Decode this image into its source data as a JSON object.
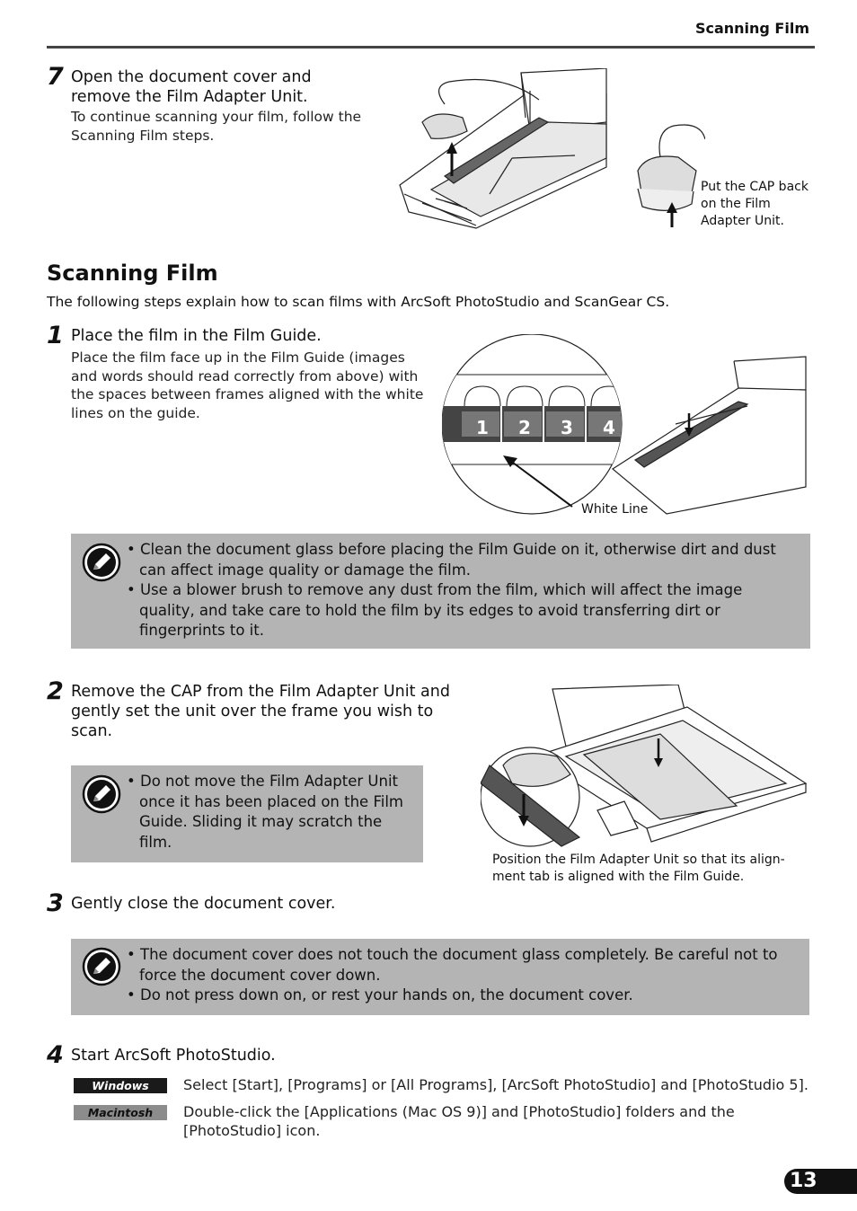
{
  "header": {
    "title": "Scanning Film"
  },
  "step7": {
    "number": "7",
    "title": "Open the document cover and remove the Film Adapter Unit.",
    "subtitle": "To continue scanning your film, follow the Scanning Film steps.",
    "callout": "Put the CAP back on the Film Adapter Unit."
  },
  "section": {
    "title": "Scanning Film",
    "intro": "The following steps explain how to scan films with ArcSoft PhotoStudio and ScanGear CS."
  },
  "step1": {
    "number": "1",
    "title": "Place the film in the Film Guide.",
    "subtitle": "Place the film face up in the Film Guide (images and words should read correctly from above) with the spaces between frames aligned with the white lines on the guide.",
    "callout": "White Line",
    "frames": [
      "1",
      "2",
      "3",
      "4"
    ]
  },
  "note1": {
    "items": [
      "Clean the document glass before placing the Film Guide on it, otherwise dirt and dust can affect image quality or damage the film.",
      "Use a blower brush to remove any dust from the film, which will affect the image quality, and take care to hold the film by its edges to avoid transferring dirt or fingerprints to it."
    ]
  },
  "step2": {
    "number": "2",
    "title": "Remove the CAP from the Film Adapter Unit and gently set the unit over the frame you wish to scan.",
    "note": "Do not move the Film Adapter Unit once it has been placed on the Film Guide. Sliding it may scratch the film.",
    "caption": "Position the Film Adapter Unit so that its align-ment tab is aligned with the Film Guide."
  },
  "step3": {
    "number": "3",
    "title": "Gently close the document cover."
  },
  "note3": {
    "items": [
      "The document cover does not touch the document glass completely. Be careful not to force the document cover down.",
      "Do not press down on, or rest your hands on, the document cover."
    ]
  },
  "step4": {
    "number": "4",
    "title": "Start ArcSoft PhotoStudio.",
    "windows_label": "Windows",
    "windows_text": "Select [Start], [Programs] or [All Programs], [ArcSoft PhotoStudio] and [PhotoStudio 5].",
    "mac_label": "Macintosh",
    "mac_text": "Double-click the [Applications (Mac OS 9)] and [PhotoStudio] folders and the [PhotoStudio] icon."
  },
  "page_number": "13",
  "colors": {
    "note_bg": "#b4b4b4",
    "badge_windows": "#1a1a1a",
    "badge_mac": "#8c8c8c"
  }
}
